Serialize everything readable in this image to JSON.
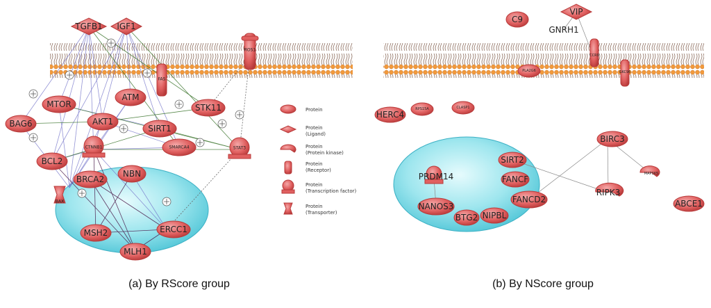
{
  "left_panel": {
    "caption": "(a) By RScore group",
    "nodes": {
      "tgfb1": "TGFB1",
      "igf1": "IGF1",
      "ros1": "ROS1",
      "fas": "FAS",
      "mtor": "MTOR",
      "atm": "ATM",
      "akt1": "AKT1",
      "bag6": "BAG6",
      "stk11": "STK11",
      "sirt1": "SIRT1",
      "ctnnb1": "CTNNB1",
      "smarca4": "SMARCA4",
      "stat3": "STAT3",
      "bcl2": "BCL2",
      "brca2": "BRCA2",
      "nbn": "NBN",
      "bax": "BAX",
      "msh2": "MSH2",
      "ercc1": "ERCC1",
      "mlh1": "MLH1"
    }
  },
  "legend": {
    "protein": "Protein",
    "ligand": [
      "Protein",
      "(Ligand)"
    ],
    "kinase": [
      "Protein",
      "(Protein kinase)"
    ],
    "receptor": [
      "Protein",
      "(Receptor)"
    ],
    "tf": [
      "Protein",
      "(Transcription factor)"
    ],
    "transporter": [
      "Protein",
      "(Transporter)"
    ]
  },
  "right_panel": {
    "caption": "(b) By NScore group",
    "nodes": {
      "c9": "C9",
      "vip": "VIP",
      "gnrh1": "GNRH1",
      "ccr9": "CCR9",
      "pla2g6": "PLA2G6",
      "gkc9": "GKC96",
      "herc4": "HERC4",
      "rps15a": "RPS15A",
      "clasp1": "CLASP1",
      "birc3": "BIRC3",
      "sirt2": "SIRT2",
      "prdm14": "PRDM14",
      "fancf": "FANCF",
      "map3k5": "MAP3K5",
      "fancd2": "FANCD2",
      "ripk3": "RIPK3",
      "nanos3": "NANOS3",
      "abce1": "ABCE1",
      "btg2": "BTG2",
      "nipbl": "NIPBL"
    }
  },
  "colors": {
    "node_fill": "#e06060",
    "node_dark": "#b83a3a",
    "membrane_head": "#f29a3c",
    "membrane_tail": "#8a6a5a",
    "nucleus": "#5fd0e0",
    "edge_blue": "#7070c8",
    "edge_green": "#2e6b1e",
    "edge_dark": "#4a1a4a"
  }
}
